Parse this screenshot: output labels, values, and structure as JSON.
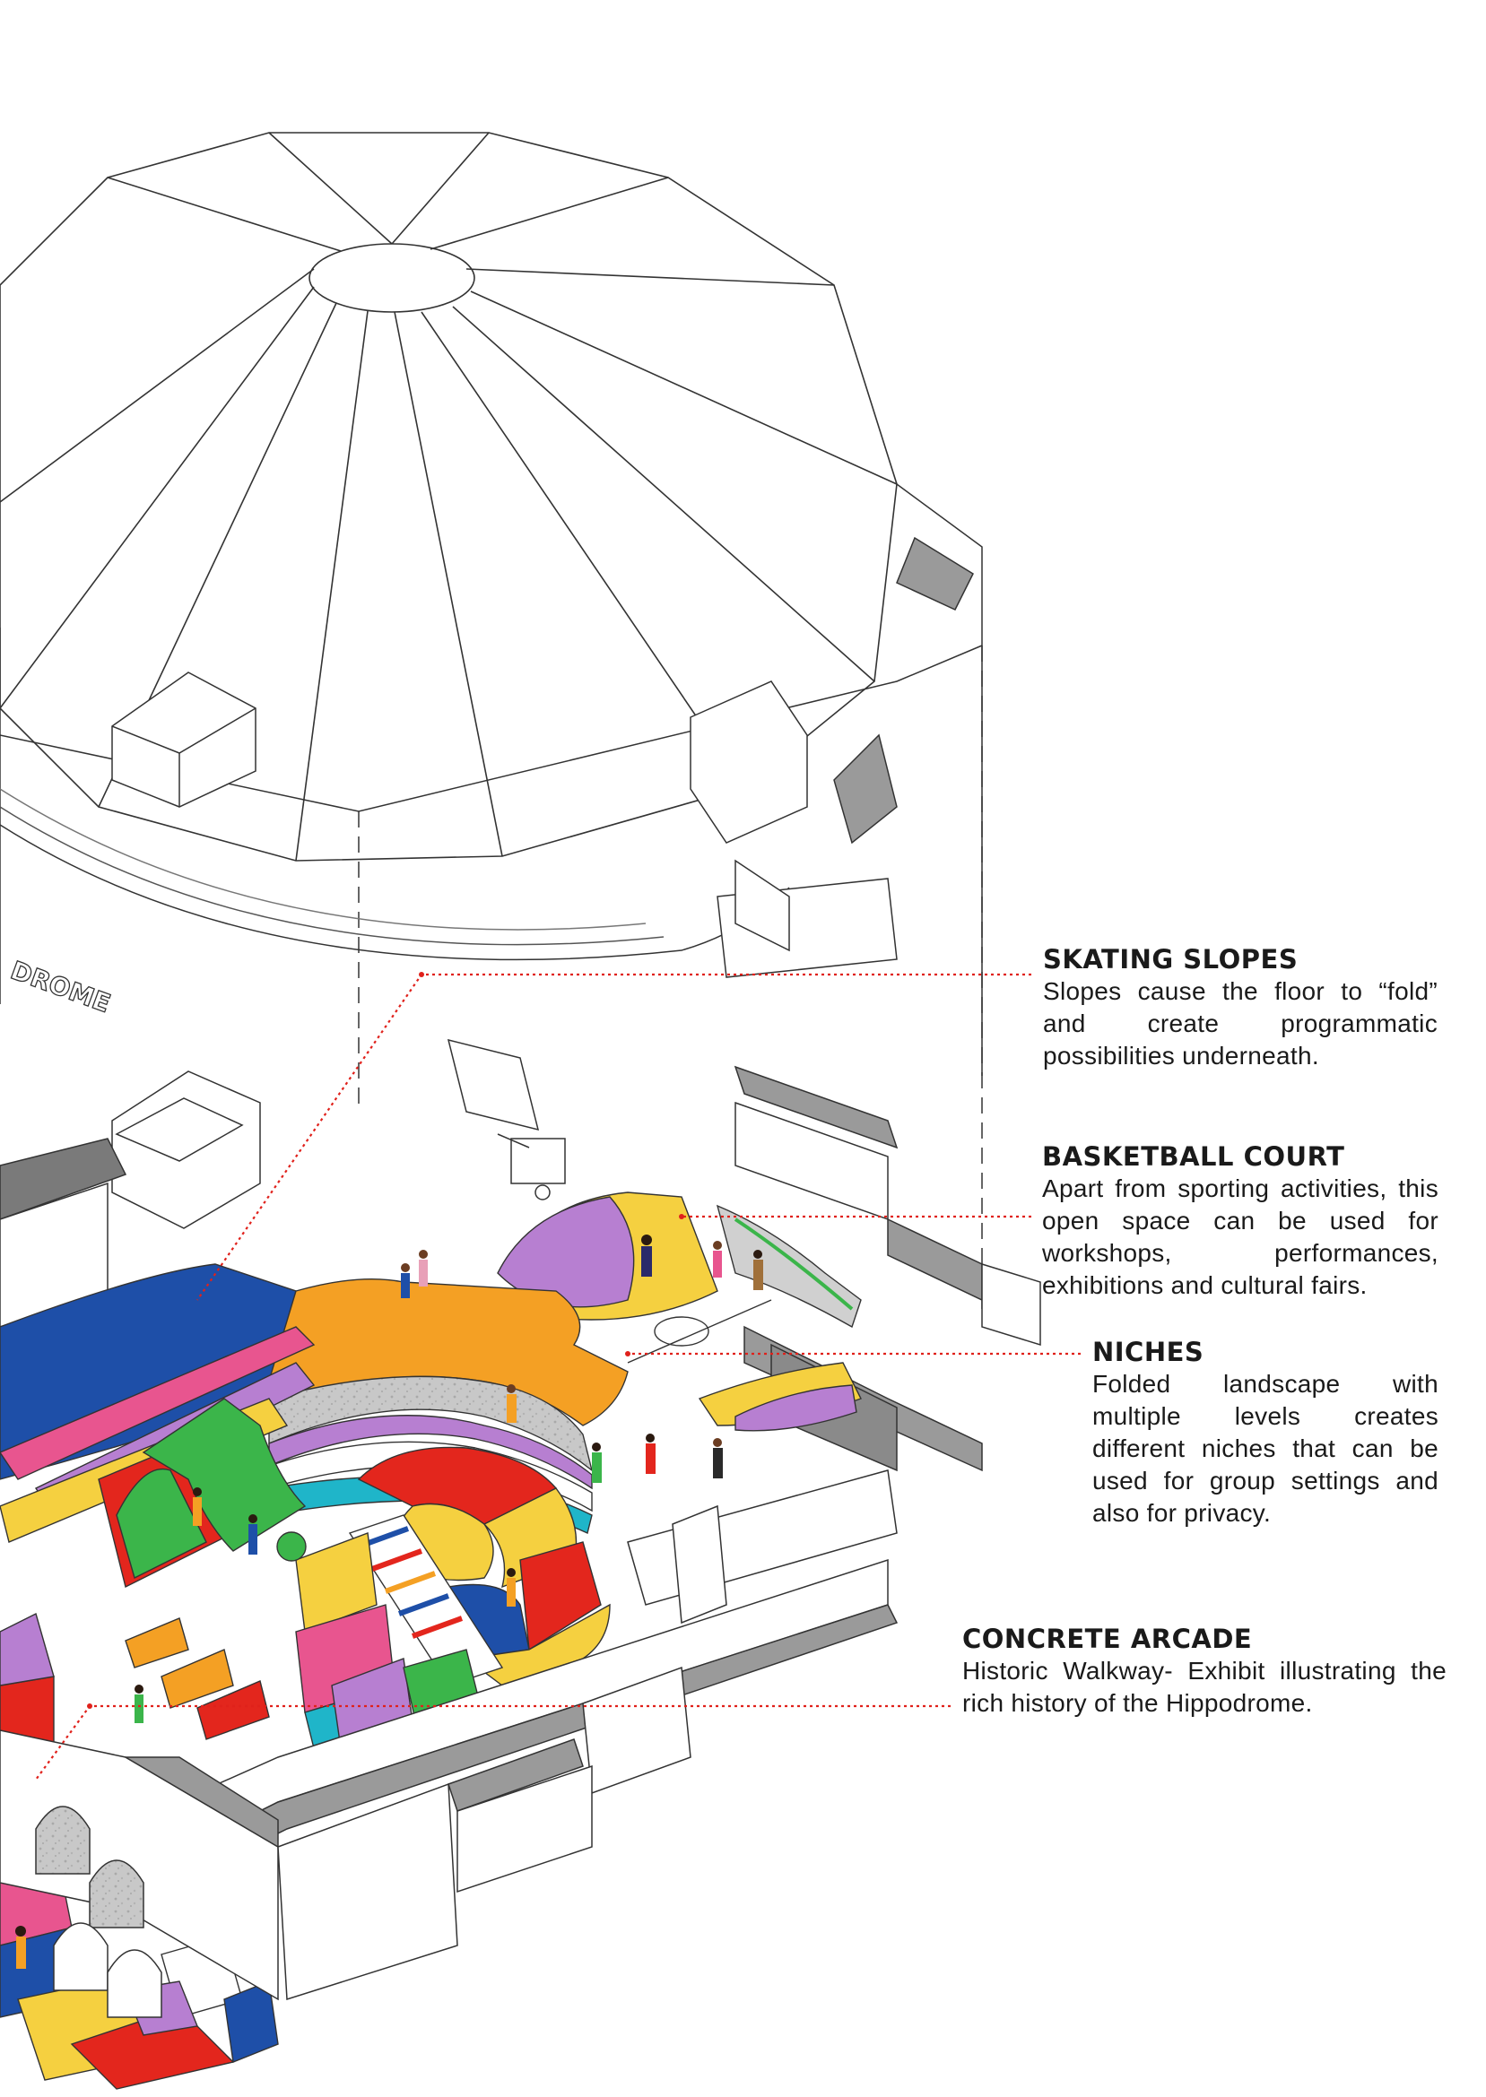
{
  "annotations": [
    {
      "heading": "SKATING SLOPES",
      "body": "Slopes cause the floor to “fold” and create programmatic possibilities underneath."
    },
    {
      "heading": "BASKETBALL COURT",
      "body": "Apart from sporting activities, this open space can be used for workshops, performances, exhibitions and cultural fairs."
    },
    {
      "heading": "NICHES",
      "body": "Folded landscape with multiple levels creates different niches that can be used for group settings and also for privacy."
    },
    {
      "heading": "CONCRETE ARCADE",
      "body": "Historic Walkway- Exhibit illustrating the rich history of the Hippodrome."
    }
  ],
  "building_sign": "DROME",
  "colors": {
    "leader_line": "#e0211b",
    "blue": "#1e4fa8",
    "orange": "#f4a024",
    "purple": "#b77fd1",
    "green": "#3bb54a",
    "yellow": "#f5d040",
    "red": "#e3261d",
    "pink": "#e8558f",
    "teal": "#1fb5c9",
    "concrete": "#bdbdbd",
    "wall_cut": "#8c8c8c"
  }
}
